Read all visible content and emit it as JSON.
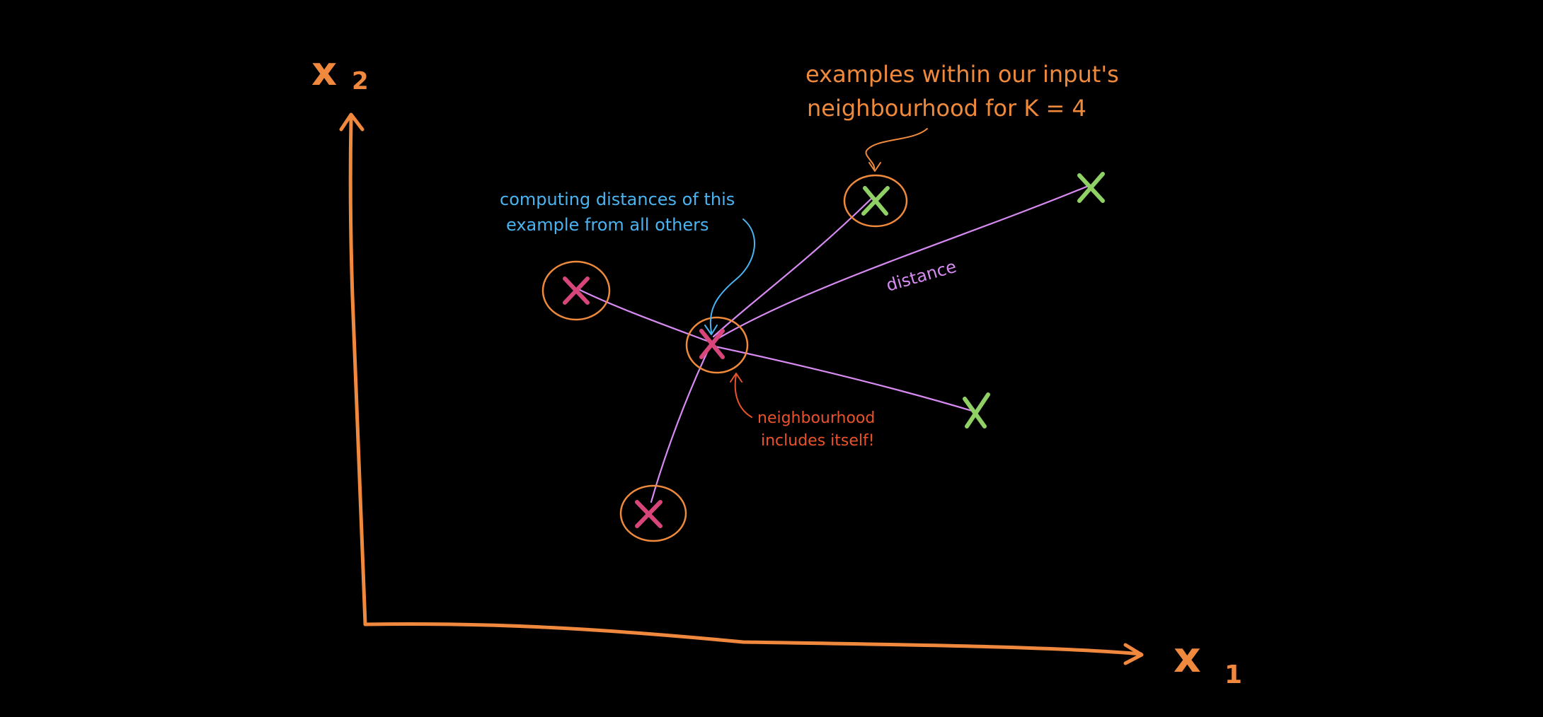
{
  "axes": {
    "x_label": {
      "base": "x",
      "sub": "1"
    },
    "y_label": {
      "base": "x",
      "sub": "2"
    }
  },
  "annotations": {
    "top": {
      "lines": [
        "examples within our input's",
        "neighbourhood for K = 4"
      ]
    },
    "computing": {
      "lines": [
        "computing distances of this",
        "example from all others"
      ]
    },
    "distance": "distance",
    "itself": {
      "lines": [
        "neighbourhood",
        "includes itself!"
      ]
    }
  },
  "colors": {
    "background": "#000000",
    "axis": "#f0883e",
    "annotation_orange": "#ef8a3c",
    "annotation_blue": "#4ab3f0",
    "annotation_red": "#e8532b",
    "distance_line": "#d78bf2",
    "class_pink": "#d8457a",
    "class_green": "#8fd165",
    "circle": "#ef8a3c"
  },
  "points": [
    {
      "id": "query",
      "class": "pink",
      "in_neighbourhood": true,
      "is_query": true
    },
    {
      "id": "pink-left",
      "class": "pink",
      "in_neighbourhood": true
    },
    {
      "id": "pink-bottom",
      "class": "pink",
      "in_neighbourhood": true
    },
    {
      "id": "green-top",
      "class": "green",
      "in_neighbourhood": true
    },
    {
      "id": "green-right",
      "class": "green",
      "in_neighbourhood": false
    },
    {
      "id": "green-mid",
      "class": "green",
      "in_neighbourhood": false
    }
  ]
}
